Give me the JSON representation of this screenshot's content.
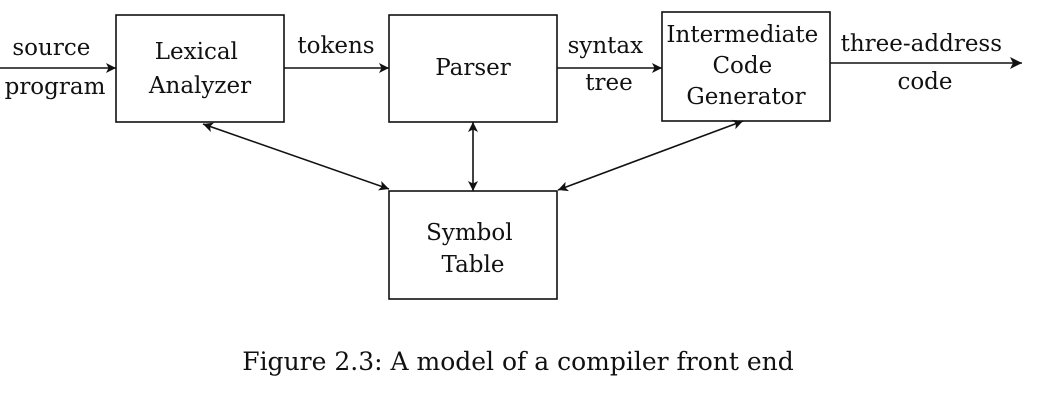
{
  "diagram": {
    "nodes": {
      "lexical_analyzer": {
        "lines": [
          "Lexical",
          "Analyzer"
        ]
      },
      "parser": {
        "lines": [
          "Parser"
        ]
      },
      "icg": {
        "lines": [
          "Intermediate",
          "Code",
          "Generator"
        ]
      },
      "symbol_table": {
        "lines": [
          "Symbol",
          "Table"
        ]
      }
    },
    "edge_labels": {
      "source_program": [
        "source",
        "program"
      ],
      "tokens": [
        "tokens"
      ],
      "syntax_tree": [
        "syntax",
        "tree"
      ],
      "three_address_code": [
        "three-address",
        "code"
      ]
    }
  },
  "caption": "Figure 2.3: A model of a compiler front end",
  "colors": {
    "ink": "#111111",
    "background": "#ffffff"
  }
}
